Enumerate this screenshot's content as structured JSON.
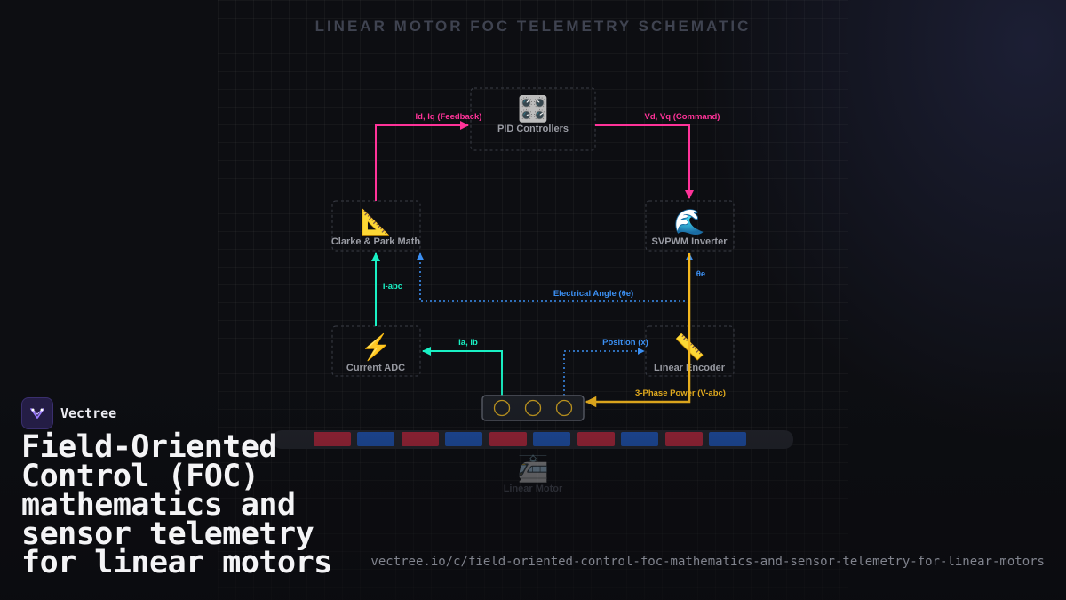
{
  "schematic": {
    "title": "LINEAR MOTOR FOC TELEMETRY SCHEMATIC",
    "nodes": {
      "pid": {
        "icon": "🎛️",
        "icon_name": "control-knobs-icon",
        "label": "PID Controllers"
      },
      "clarke": {
        "icon": "📐",
        "icon_name": "triangular-ruler-icon",
        "label": "Clarke & Park Math"
      },
      "svpwm": {
        "icon": "🌊",
        "icon_name": "wave-icon",
        "label": "SVPWM Inverter"
      },
      "adc": {
        "icon": "⚡",
        "icon_name": "lightning-icon",
        "label": "Current ADC"
      },
      "encoder": {
        "icon": "📏",
        "icon_name": "straight-ruler-icon",
        "label": "Linear Encoder"
      },
      "motor": {
        "icon": "🚈",
        "icon_name": "tram-icon",
        "label": "Linear Motor"
      }
    },
    "edges": {
      "feedback": "Id, Iq (Feedback)",
      "command": "Vd, Vq (Command)",
      "iabc": "I-abc",
      "elec_angle": "Electrical Angle (θe)",
      "theta_e": "θe",
      "iaib": "Ia, Ib",
      "position": "Position (x)",
      "power": "3-Phase Power (V-abc)"
    },
    "colors": {
      "feedback": "#ff3399",
      "current": "#19f0c4",
      "angle": "#3b8ff2",
      "power": "#f4b81f",
      "node_border": "#3a3d47",
      "node_label": "#9a9ca4",
      "magnet_red": "#a3263a",
      "magnet_blue": "#1f4fa6"
    }
  },
  "brand": {
    "name": "Vectree",
    "logo_icon": "vectree-logo-icon"
  },
  "headline": "Field-Oriented Control (FOC) mathematics and sensor telemetry for linear motors",
  "url": "vectree.io/c/field-oriented-control-foc-mathematics-and-sensor-telemetry-for-linear-motors"
}
